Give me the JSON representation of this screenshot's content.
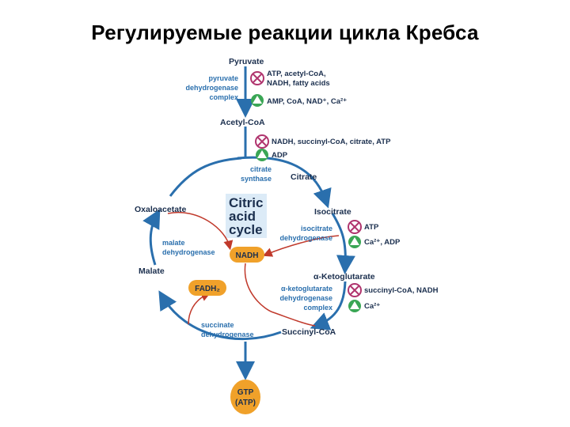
{
  "title": "Регулируемые реакции цикла Кребса",
  "metabolites": {
    "pyruvate": "Pyruvate",
    "acetyl_coa": "Acetyl-CoA",
    "citrate": "Citrate",
    "isocitrate": "Isocitrate",
    "ketoglutarate": "α-Ketoglutarate",
    "succinyl_coa": "Succinyl-CoA",
    "malate": "Malate",
    "oxaloacetate": "Oxaloacetate"
  },
  "enzymes": {
    "pdh": [
      "pyruvate",
      "dehydrogenase",
      "complex"
    ],
    "citrate_synthase": [
      "citrate",
      "synthase"
    ],
    "isocitrate_dh": [
      "isocitrate",
      "dehydrogenase"
    ],
    "akg_dh": [
      "α-ketoglutarate",
      "dehydrogenase",
      "complex"
    ],
    "malate_dh": [
      "malate",
      "dehydrogenase"
    ],
    "succinate_dh": [
      "succinate",
      "dehydrogenase"
    ]
  },
  "regulators": {
    "pdh_inhibitors": [
      "ATP, acetyl-CoA,",
      "NADH, fatty acids"
    ],
    "pdh_activators": "AMP, CoA, NAD⁺, Ca²⁺",
    "cs_inhibitors": "NADH, succinyl-CoA, citrate, ATP",
    "cs_activators": "ADP",
    "idh_inhibitors": "ATP",
    "idh_activators": "Ca²⁺, ADP",
    "akgdh_inhibitors": "succinyl-CoA, NADH",
    "akgdh_activators": "Ca²⁺"
  },
  "cycle_label": [
    "Citric",
    "acid",
    "cycle"
  ],
  "cofactors": {
    "nadh": "NADH",
    "fadh2": "FADH₂",
    "gtp": [
      "GTP",
      "(ATP)"
    ]
  },
  "colors": {
    "arrow_blue": "#2a6fad",
    "arrow_red": "#c0392b",
    "inhibit_magenta": "#b0356e",
    "activate_green": "#3aa655",
    "cofactor_orange": "#f0a12a"
  }
}
